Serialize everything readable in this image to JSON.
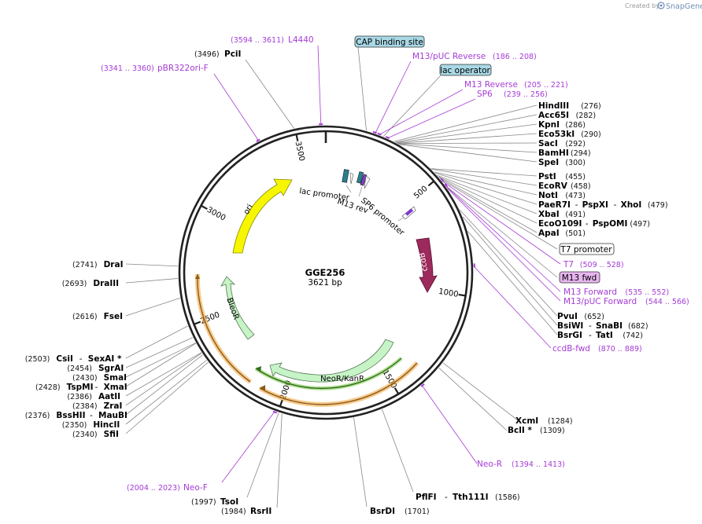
{
  "credit": {
    "created_by": "Created by",
    "brand": "SnapGene"
  },
  "plasmid": {
    "name": "GGE256",
    "size": "3621 bp"
  },
  "ticks": [
    "500",
    "1000",
    "1500",
    "2000",
    "2500",
    "3000",
    "3500"
  ],
  "features": {
    "ori": "ori",
    "bleor": "BleoR",
    "neor": "NeoR/KanR",
    "ccdb": "ccdB",
    "lac_promoter": "lac promoter",
    "m13_rev": "M13 rev",
    "sp6_promoter": "SP6 promoter"
  },
  "boxed": {
    "cap": "CAP binding site",
    "lac_operator": "lac operator",
    "t7_promoter": "T7 promoter",
    "m13_fwd": "M13 fwd"
  },
  "primers_top": {
    "l4440_pos": "(3594 .. 3611)",
    "l4440": "L4440",
    "pbr_pos": "(3341 .. 3360)",
    "pbr": "pBR322ori-F",
    "m13puc_rev": "M13/pUC Reverse",
    "m13puc_rev_pos": "(186 .. 208)",
    "m13_reverse": "M13 Reverse",
    "m13_reverse_pos": "(205 .. 221)",
    "sp6": "SP6",
    "sp6_pos": "(239 .. 256)"
  },
  "pci": {
    "pos": "(3496)",
    "name": "PciI"
  },
  "right_sites": [
    {
      "name": "HindIII",
      "pos": "(276)"
    },
    {
      "name": "Acc65I",
      "pos": "(282)"
    },
    {
      "name": "KpnI",
      "pos": "(286)"
    },
    {
      "name": "Eco53kI",
      "pos": "(290)"
    },
    {
      "name": "SacI",
      "pos": "(292)"
    },
    {
      "name": "BamHI",
      "pos": "(294)"
    },
    {
      "name": "SpeI",
      "pos": "(300)"
    },
    {
      "name": "PstI",
      "pos": "(455)"
    },
    {
      "name": "EcoRV",
      "pos": "(458)"
    },
    {
      "name": "NotI",
      "pos": "(473)"
    },
    {
      "name": "PaeR7I - PspXI - XhoI",
      "pos": "(479)"
    },
    {
      "name": "XbaI",
      "pos": "(491)"
    },
    {
      "name": "EcoO109I - PspOMI",
      "pos": "(497)"
    },
    {
      "name": "ApaI",
      "pos": "(501)"
    }
  ],
  "right_primers": [
    {
      "name": "T7",
      "pos": "(509 .. 528)"
    },
    {
      "name": "M13 Forward",
      "pos": "(535 .. 552)"
    },
    {
      "name": "M13/pUC Forward",
      "pos": "(544 .. 566)"
    }
  ],
  "right_sites2": [
    {
      "name": "PvuI",
      "pos": "(652)"
    },
    {
      "name": "BsiWI - SnaBI",
      "pos": "(682)"
    },
    {
      "name": "BsrGI - TatI",
      "pos": "(742)"
    }
  ],
  "ccdb_fwd": {
    "name": "ccdB-fwd",
    "pos": "(870 .. 889)"
  },
  "lower_right": [
    {
      "name": "XcmI",
      "pos": "(1284)"
    },
    {
      "name": "BclI *",
      "pos": "(1309)"
    }
  ],
  "neo_r": {
    "name": "Neo-R",
    "pos": "(1394 .. 1413)"
  },
  "bottom": [
    {
      "name": "PflFI - Tth111I",
      "pos": "(1586)"
    },
    {
      "name": "BsrDI",
      "pos": "(1701)"
    },
    {
      "name": "RsrII",
      "pos": "(1984)"
    },
    {
      "name": "TsoI",
      "pos": "(1997)"
    }
  ],
  "neo_f": {
    "name": "Neo-F",
    "pos": "(2004 .. 2023)"
  },
  "left_sites": [
    {
      "name": "DraI",
      "pos": "(2741)"
    },
    {
      "name": "DraIII",
      "pos": "(2693)"
    },
    {
      "name": "FseI",
      "pos": "(2616)"
    },
    {
      "name": "CsiI - SexAI *",
      "pos": "(2503)"
    },
    {
      "name": "SgrAI",
      "pos": "(2454)"
    },
    {
      "name": "SmaI",
      "pos": "(2430)"
    },
    {
      "name": "TspMI - XmaI",
      "pos": "(2428)"
    },
    {
      "name": "AatII",
      "pos": "(2386)"
    },
    {
      "name": "ZraI",
      "pos": "(2384)"
    },
    {
      "name": "BssHII - MauBI",
      "pos": "(2376)"
    },
    {
      "name": "HincII",
      "pos": "(2350)"
    },
    {
      "name": "SfiI",
      "pos": "(2340)"
    }
  ]
}
